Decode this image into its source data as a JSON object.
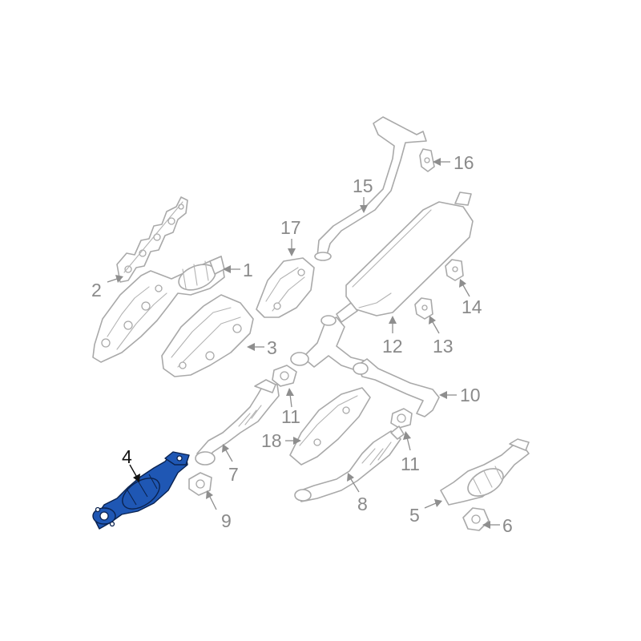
{
  "diagram": {
    "highlight_color": "#1f57b4",
    "highlighted_part": "4",
    "callouts": [
      {
        "id": "c1",
        "label": "1"
      },
      {
        "id": "c2",
        "label": "2"
      },
      {
        "id": "c3",
        "label": "3"
      },
      {
        "id": "c4",
        "label": "4"
      },
      {
        "id": "c5",
        "label": "5"
      },
      {
        "id": "c6",
        "label": "6"
      },
      {
        "id": "c7",
        "label": "7"
      },
      {
        "id": "c8",
        "label": "8"
      },
      {
        "id": "c9",
        "label": "9"
      },
      {
        "id": "c10",
        "label": "10"
      },
      {
        "id": "c11a",
        "label": "11"
      },
      {
        "id": "c11b",
        "label": "11"
      },
      {
        "id": "c12",
        "label": "12"
      },
      {
        "id": "c13",
        "label": "13"
      },
      {
        "id": "c14",
        "label": "14"
      },
      {
        "id": "c15",
        "label": "15"
      },
      {
        "id": "c16",
        "label": "16"
      },
      {
        "id": "c17",
        "label": "17"
      },
      {
        "id": "c18",
        "label": "18"
      }
    ]
  }
}
